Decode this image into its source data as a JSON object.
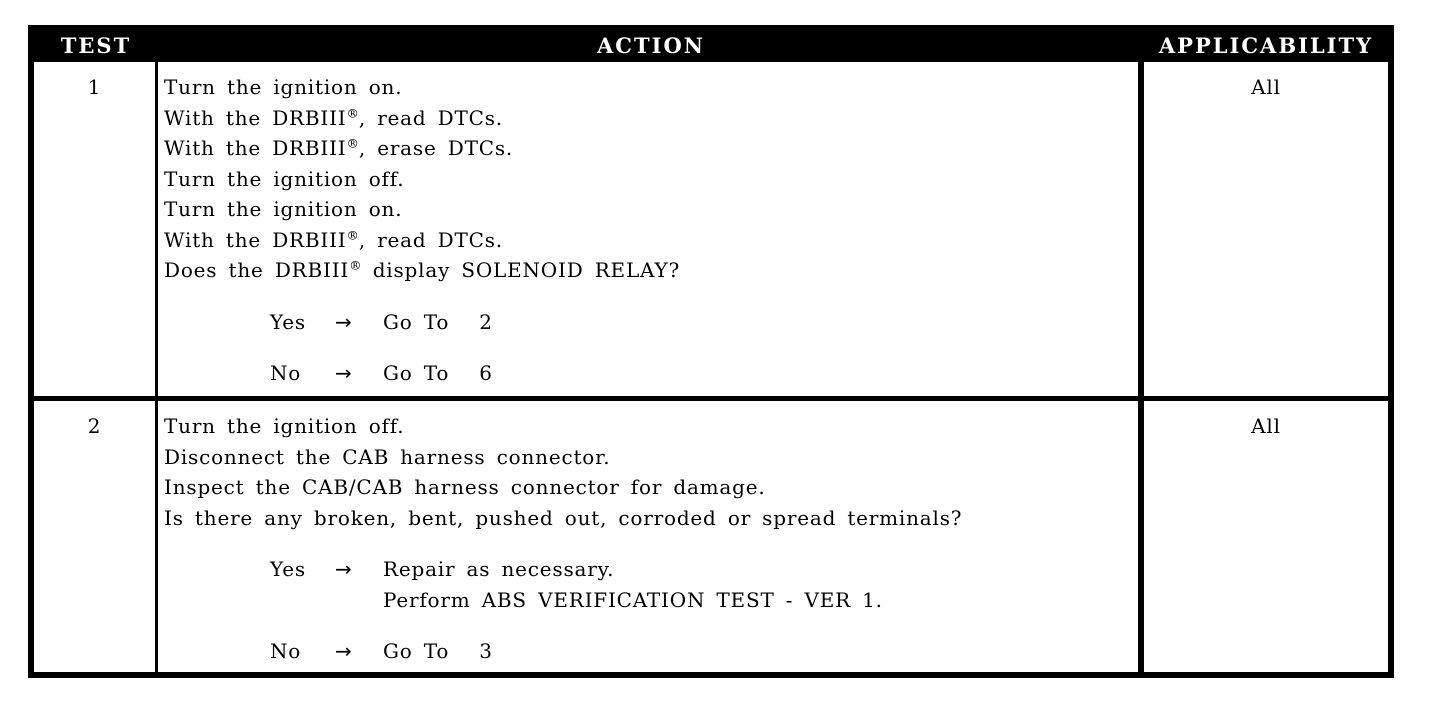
{
  "colors": {
    "header_bg": "#000000",
    "header_text": "#ffffff",
    "body_text": "#000000",
    "border": "#000000",
    "page_bg": "#ffffff"
  },
  "table": {
    "headers": {
      "test": "TEST",
      "action": "ACTION",
      "applicability": "APPLICABILITY"
    },
    "rows": [
      {
        "test": "1",
        "applicability": "All",
        "action_lines": [
          "Turn the ignition on.",
          "With the DRBIII®, read DTCs.",
          "With the DRBIII®, erase DTCs.",
          "Turn the ignition off.",
          "Turn the ignition on.",
          "With the DRBIII®, read DTCs.",
          "Does the DRBIII® display SOLENOID RELAY?"
        ],
        "decisions": [
          {
            "label": "Yes",
            "arrow": "→",
            "goto": "Go To",
            "target": "2"
          },
          {
            "label": "No",
            "arrow": "→",
            "goto": "Go To",
            "target": "6"
          }
        ]
      },
      {
        "test": "2",
        "applicability": "All",
        "action_lines": [
          "Turn the ignition off.",
          "Disconnect the CAB harness connector.",
          "Inspect the CAB/CAB harness connector for damage.",
          "Is there any broken, bent, pushed out, corroded or spread terminals?"
        ],
        "decisions": [
          {
            "label": "Yes",
            "arrow": "→",
            "result_lines": [
              "Repair as necessary.",
              "Perform ABS VERIFICATION TEST - VER 1."
            ]
          },
          {
            "label": "No",
            "arrow": "→",
            "goto": "Go To",
            "target": "3"
          }
        ]
      }
    ]
  }
}
